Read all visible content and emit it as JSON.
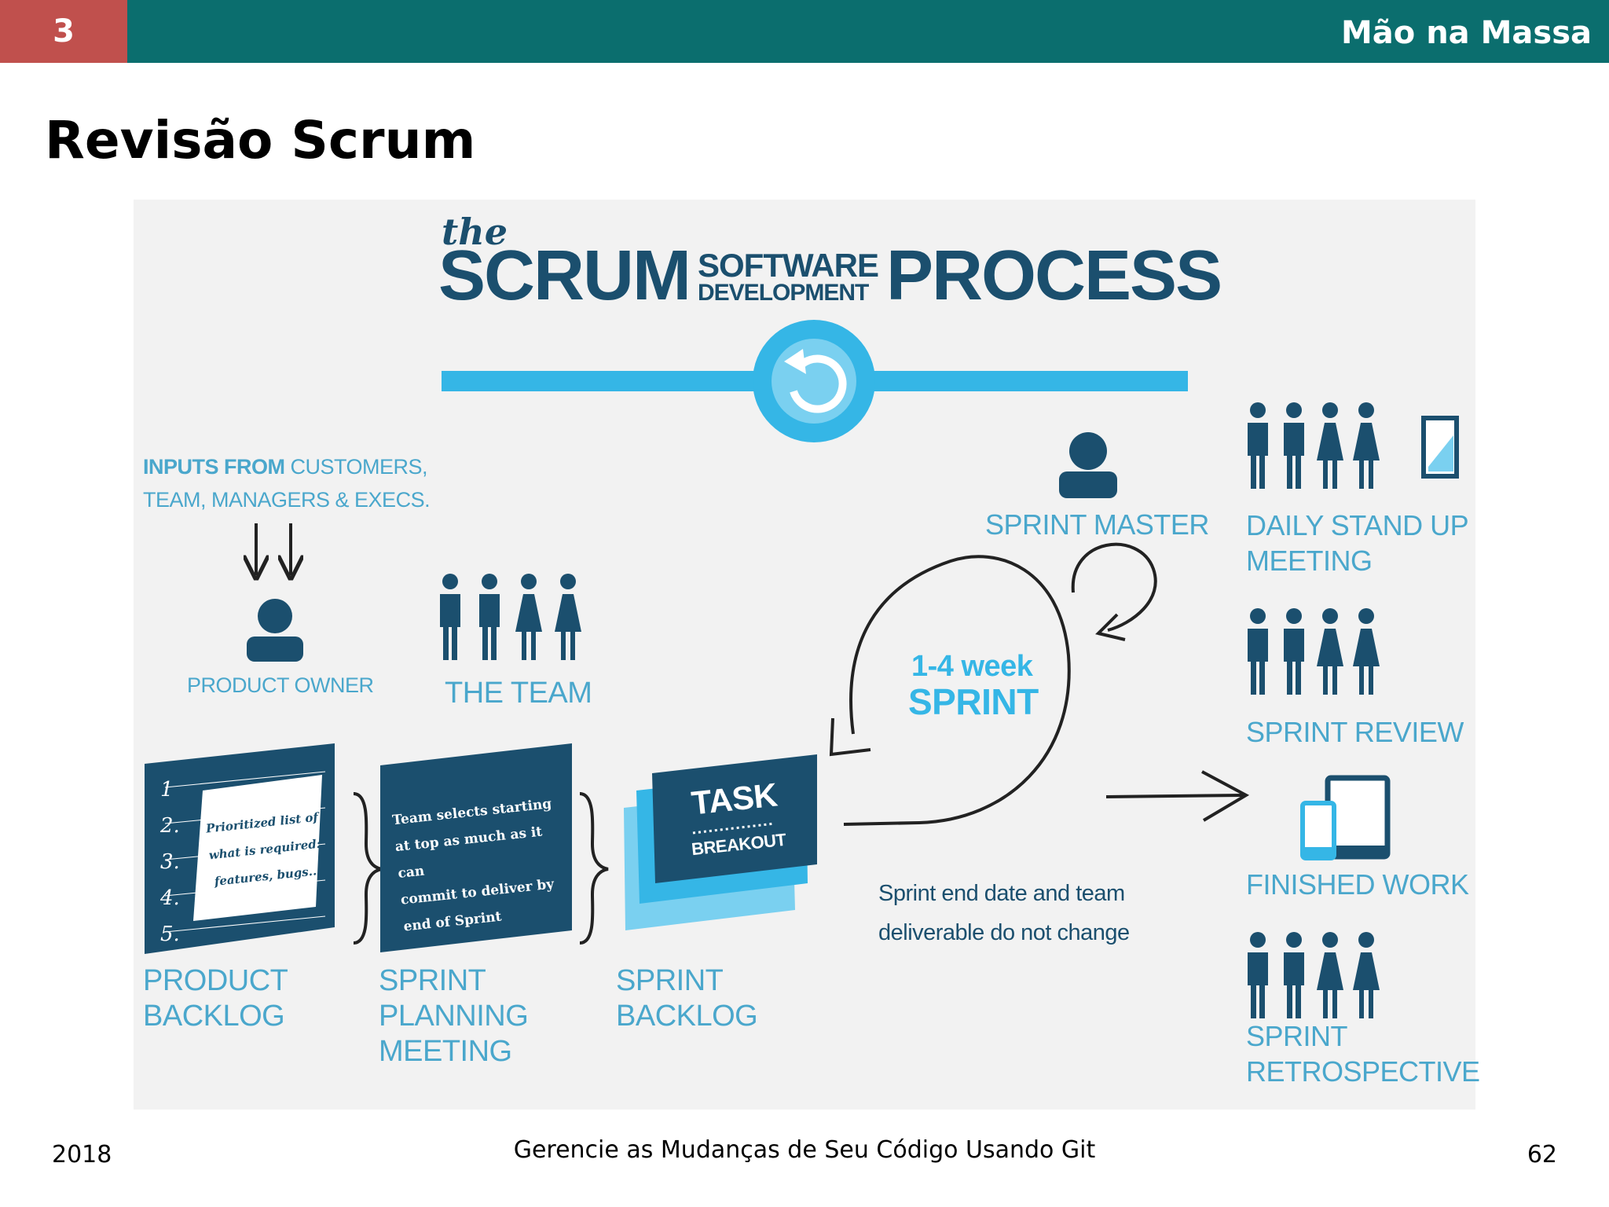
{
  "header": {
    "slide_number": "3",
    "section_title": "Mão na Massa"
  },
  "page_title": "Revisão Scrum",
  "infographic": {
    "title": {
      "the": "the",
      "scrum": "SCRUM",
      "software": "SOFTWARE",
      "development": "DEVELOPMENT",
      "process": "PROCESS"
    },
    "inputs": {
      "bold": "INPUTS FROM",
      "line1_rest": "CUSTOMERS,",
      "line2": "TEAM, MANAGERS & EXECS."
    },
    "product_owner": "PRODUCT OWNER",
    "the_team": "THE TEAM",
    "sprint_master": "SPRINT MASTER",
    "sprint": {
      "duration": "1-4 week",
      "label": "SPRINT"
    },
    "backlog_card": {
      "numbers": [
        "1",
        "2.",
        "3.",
        "4.",
        "5."
      ],
      "note": [
        "Prioritized list of",
        "what is required:",
        "features, bugs..."
      ]
    },
    "planning_card": [
      "Team selects starting",
      "at top as much as it can",
      "commit to deliver by",
      "end of Sprint"
    ],
    "task_card": {
      "title": "TASK",
      "subtitle": "BREAKOUT"
    },
    "sprint_note": [
      "Sprint end date and team",
      "deliverable do not change"
    ],
    "bottom_labels": {
      "product_backlog": [
        "PRODUCT",
        "BACKLOG"
      ],
      "sprint_planning": [
        "SPRINT",
        "PLANNING",
        "MEETING"
      ],
      "sprint_backlog": [
        "SPRINT",
        "BACKLOG"
      ]
    },
    "right_column": {
      "daily": [
        "DAILY STAND UP",
        "MEETING"
      ],
      "review": "SPRINT REVIEW",
      "finished": "FINISHED WORK",
      "retro": [
        "SPRINT",
        "RETROSPECTIVE"
      ]
    },
    "colors": {
      "dark_navy": "#1b4f6e",
      "light_blue": "#4aa7cc",
      "bright_blue": "#35b6e6",
      "pale_blue": "#7ad0f0"
    }
  },
  "footer": {
    "year": "2018",
    "center": "Gerencie as Mudanças de Seu Código Usando Git",
    "page": "62"
  }
}
